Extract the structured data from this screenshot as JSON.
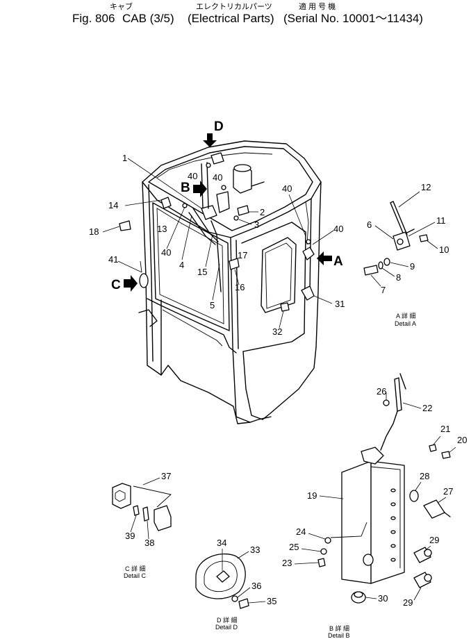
{
  "title": {
    "jp_parts": "キャブ",
    "jp_electrical": "エレクトリカルパーツ",
    "jp_serial": "適 用 号 機",
    "fig": "Fig. 806",
    "cab": "CAB (3/5)",
    "electrical": "(Electrical Parts)",
    "serial": "(Serial No. 10001～11434)"
  },
  "views": {
    "a": "A",
    "b": "B",
    "c": "C",
    "d": "D"
  },
  "details": {
    "a_jp": "A 詳 細",
    "a_en": "Detail A",
    "b_jp": "B 詳 細",
    "b_en": "Detail B",
    "c_jp": "C 詳 細",
    "c_en": "Detail C",
    "d_jp": "D 詳 細",
    "d_en": "Detail D"
  },
  "callouts": [
    {
      "id": "c1",
      "text": "1"
    },
    {
      "id": "c40a",
      "text": "40"
    },
    {
      "id": "c40b",
      "text": "40"
    },
    {
      "id": "c14",
      "text": "14"
    },
    {
      "id": "c18",
      "text": "18"
    },
    {
      "id": "c13",
      "text": "13"
    },
    {
      "id": "c40c",
      "text": "40"
    },
    {
      "id": "c4",
      "text": "4"
    },
    {
      "id": "c15",
      "text": "15"
    },
    {
      "id": "c5",
      "text": "5"
    },
    {
      "id": "c2",
      "text": "2"
    },
    {
      "id": "c3",
      "text": "3"
    },
    {
      "id": "c40d",
      "text": "40"
    },
    {
      "id": "c40e",
      "text": "40"
    },
    {
      "id": "c17",
      "text": "17"
    },
    {
      "id": "c16",
      "text": "16"
    },
    {
      "id": "c41",
      "text": "41"
    },
    {
      "id": "c31",
      "text": "31"
    },
    {
      "id": "c32",
      "text": "32"
    },
    {
      "id": "c12",
      "text": "12"
    },
    {
      "id": "c6",
      "text": "6"
    },
    {
      "id": "c11",
      "text": "11"
    },
    {
      "id": "c10",
      "text": "10"
    },
    {
      "id": "c9",
      "text": "9"
    },
    {
      "id": "c8",
      "text": "8"
    },
    {
      "id": "c7",
      "text": "7"
    },
    {
      "id": "c26",
      "text": "26"
    },
    {
      "id": "c22",
      "text": "22"
    },
    {
      "id": "c21",
      "text": "21"
    },
    {
      "id": "c20",
      "text": "20"
    },
    {
      "id": "c19",
      "text": "19"
    },
    {
      "id": "c28",
      "text": "28"
    },
    {
      "id": "c27",
      "text": "27"
    },
    {
      "id": "c24",
      "text": "24"
    },
    {
      "id": "c25",
      "text": "25"
    },
    {
      "id": "c23",
      "text": "23"
    },
    {
      "id": "c29a",
      "text": "29"
    },
    {
      "id": "c29b",
      "text": "29"
    },
    {
      "id": "c30",
      "text": "30"
    },
    {
      "id": "c37",
      "text": "37"
    },
    {
      "id": "c39",
      "text": "39"
    },
    {
      "id": "c38",
      "text": "38"
    },
    {
      "id": "c34",
      "text": "34"
    },
    {
      "id": "c33",
      "text": "33"
    },
    {
      "id": "c36",
      "text": "36"
    },
    {
      "id": "c35",
      "text": "35"
    }
  ]
}
